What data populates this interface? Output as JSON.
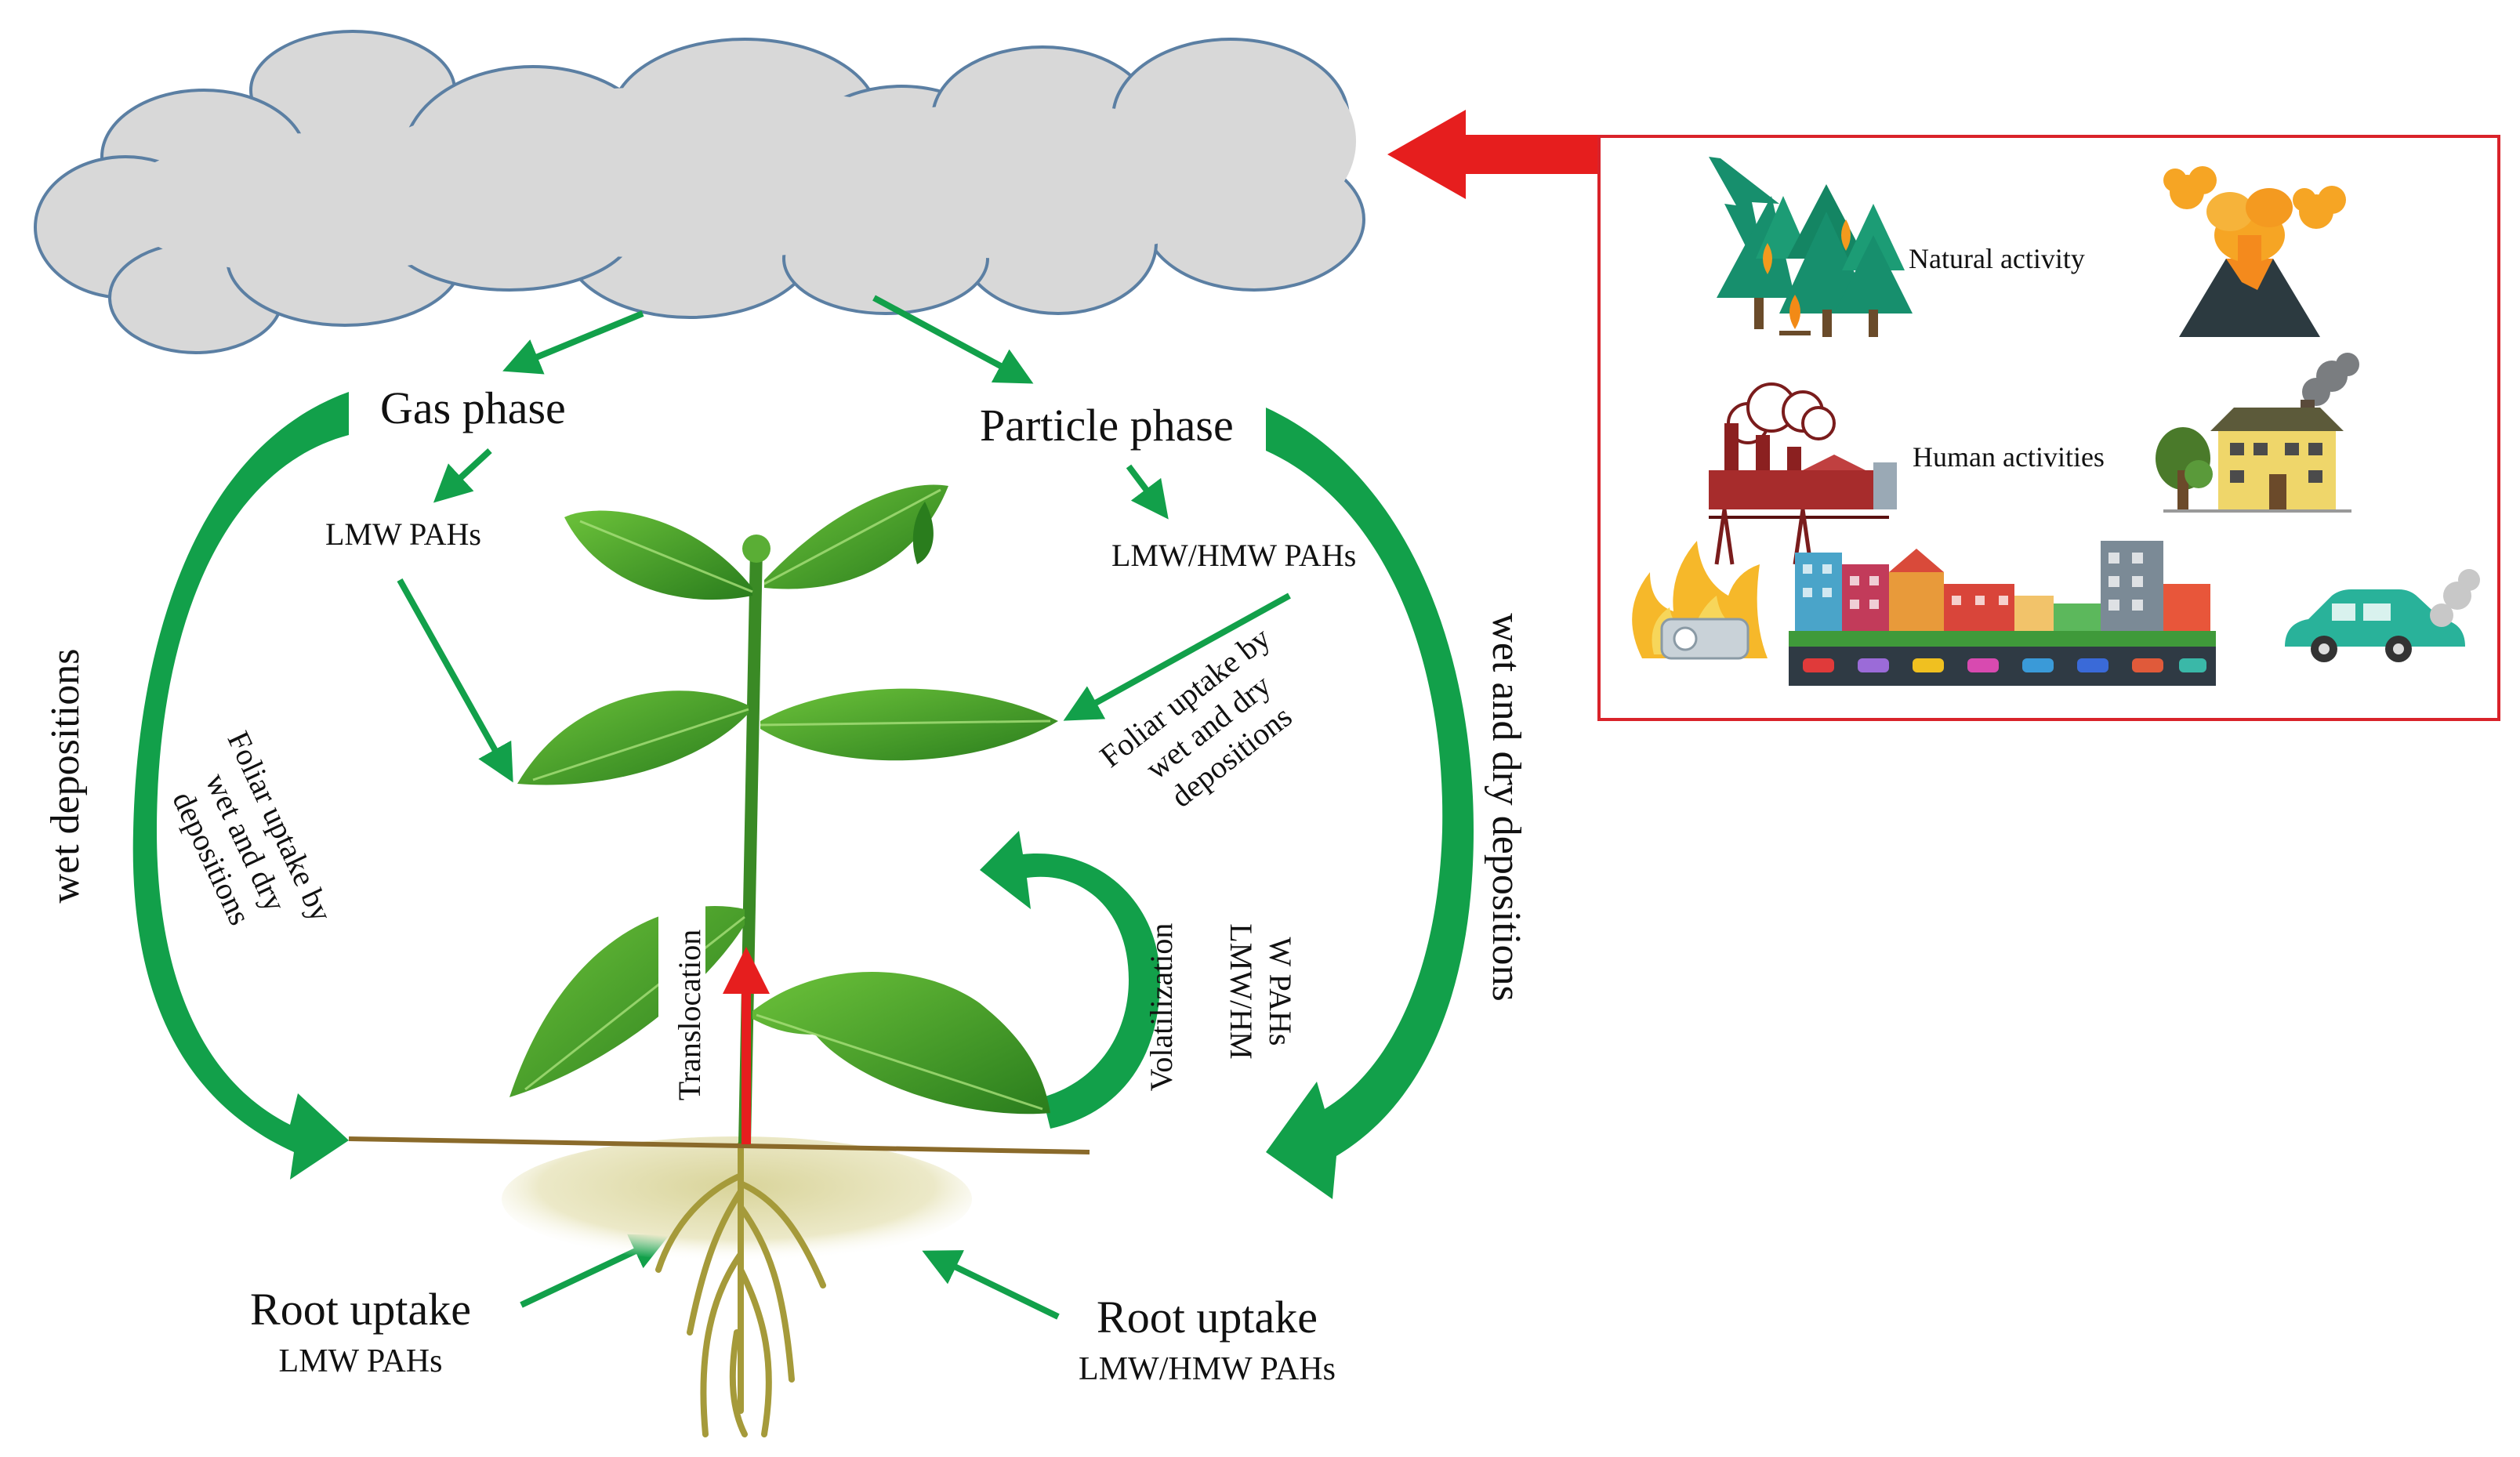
{
  "labels": {
    "gas_phase": "Gas phase",
    "particle_phase": "Particle phase",
    "lmw_pahs_left": "LMW PAHs",
    "lmw_hmw_pahs_right": "LMW/HMW PAHs",
    "foliar_left": [
      "Foliar uptake by",
      "wet and dry",
      "depositions"
    ],
    "foliar_right": [
      "Foliar uptake by",
      "wet and dry",
      "depositions"
    ],
    "wet_depositions": "wet depositions",
    "wet_and_dry_depositions": "wet and dry depositions",
    "translocation": "Translocation",
    "volatilization": "Volatilization",
    "volatilization_pahs": [
      "LMW/HM",
      "W PAHs"
    ],
    "root_uptake_left": "Root uptake",
    "root_uptake_left_sub": "LMW PAHs",
    "root_uptake_right": "Root uptake",
    "root_uptake_right_sub": "LMW/HMW PAHs"
  },
  "sources": {
    "natural_activity": "Natural activity",
    "human_activities": "Human activities"
  },
  "icons": [
    "cloud-icon",
    "tree-fire-icon",
    "volcano-icon",
    "factory-icon",
    "house-smoke-icon",
    "city-traffic-icon",
    "burning-waste-icon",
    "car-exhaust-icon",
    "plant-icon"
  ],
  "colors": {
    "arrow_green": "#12a04a",
    "arrow_red": "#e61e1e",
    "box_border": "#d9232a",
    "cloud_fill": "#d8d8d8",
    "cloud_stroke": "#5b7fa3",
    "leaf": "#3a9a25"
  }
}
